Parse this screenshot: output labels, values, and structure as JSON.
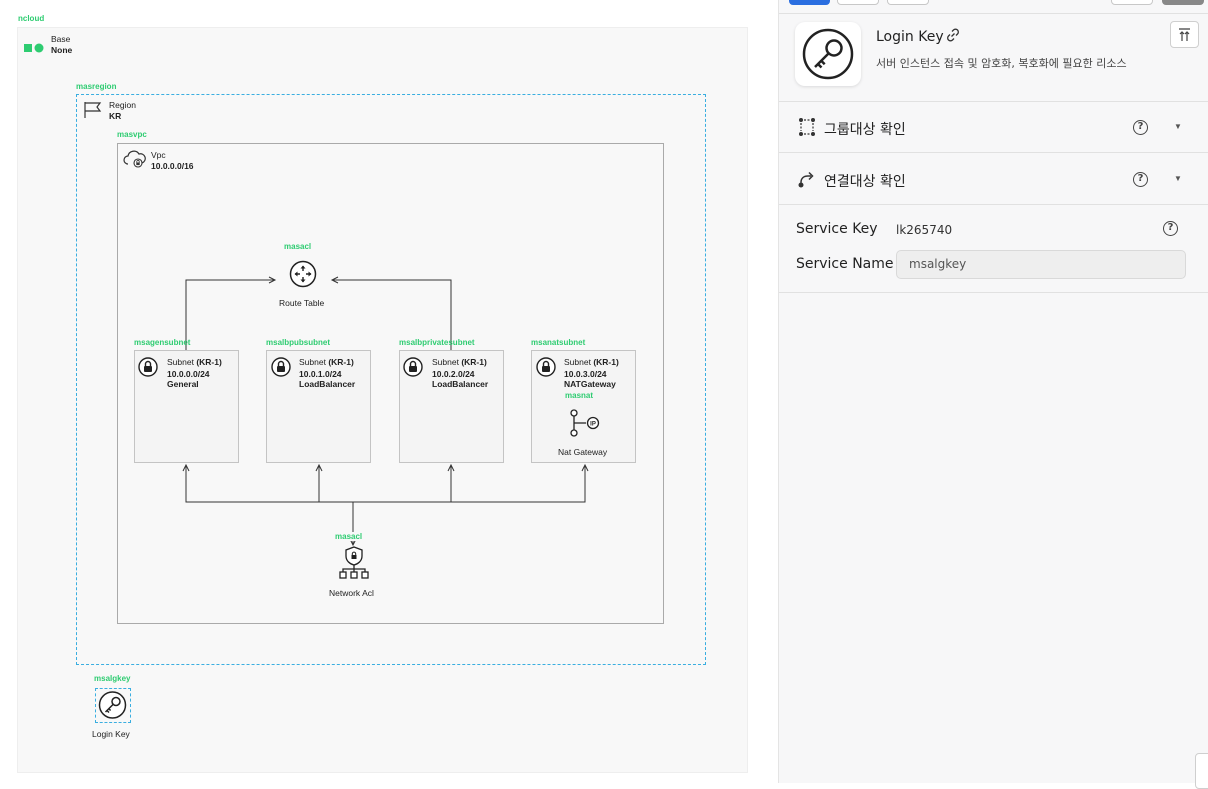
{
  "canvas": {
    "root_label": "ncloud",
    "base": {
      "type_label": "Base",
      "value": "None"
    },
    "region": {
      "name": "masregion",
      "type_label": "Region",
      "value": "KR"
    },
    "vpc": {
      "name": "masvpc",
      "type_label": "Vpc",
      "cidr": "10.0.0.0/16"
    },
    "route_table": {
      "name": "masacl",
      "label": "Route Table"
    },
    "subnets": [
      {
        "name": "msagensubnet",
        "type_label": "Subnet",
        "zone": "(KR-1)",
        "cidr": "10.0.0.0/24",
        "kind": "General"
      },
      {
        "name": "msalbpubsubnet",
        "type_label": "Subnet",
        "zone": "(KR-1)",
        "cidr": "10.0.1.0/24",
        "kind": "LoadBalancer"
      },
      {
        "name": "msalbprivatesubnet",
        "type_label": "Subnet",
        "zone": "(KR-1)",
        "cidr": "10.0.2.0/24",
        "kind": "LoadBalancer"
      },
      {
        "name": "msanatsubnet",
        "type_label": "Subnet",
        "zone": "(KR-1)",
        "cidr": "10.0.3.0/24",
        "kind": "NATGateway"
      }
    ],
    "nat": {
      "name": "masnat",
      "label": "Nat Gateway"
    },
    "network_acl": {
      "name": "masacl",
      "label": "Network Acl"
    },
    "login_key": {
      "name": "msalgkey",
      "label": "Login Key"
    }
  },
  "panel": {
    "title": "Login Key",
    "description": "서버 인스턴스 접속 및 암호화, 복호화에 필요한 리소스",
    "group_check": "그룹대상 확인",
    "link_check": "연결대상 확인",
    "help_glyph": "?",
    "service_key_label": "Service Key",
    "service_key_value": "lk265740",
    "service_name_label": "Service Name",
    "service_name_value": "msalgkey"
  },
  "colors": {
    "accent_blue": "#2a6ee0",
    "resource_green": "#2ecc71",
    "region_dash": "#3aaee0"
  }
}
